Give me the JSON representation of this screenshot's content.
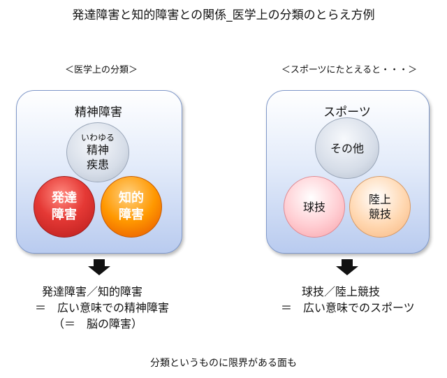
{
  "title": "発達障害と知的障害との関係_医学上の分類のとらえ方例",
  "left": {
    "subheading": "＜医学上の分類＞",
    "panel_label": "精神障害",
    "circle_top": {
      "small": "いわゆる",
      "line1": "精神",
      "line2": "疾患"
    },
    "circle_left": {
      "line1": "発達",
      "line2": "障害"
    },
    "circle_right": {
      "line1": "知的",
      "line2": "障害"
    },
    "result": {
      "line1": "発達障害／知的障害",
      "line2": "＝　広い意味での精神障害",
      "line3": "（＝　脳の障害）"
    }
  },
  "right": {
    "subheading": "＜スポーツにたとえると・・・＞",
    "panel_label": "スポーツ",
    "circle_top": {
      "line1": "その他"
    },
    "circle_left": {
      "line1": "球技"
    },
    "circle_right": {
      "line1": "陸上",
      "line2": "競技"
    },
    "result": {
      "line1": "球技／陸上競技",
      "line2": "＝　広い意味でのスポーツ"
    }
  },
  "footer": "分類というものに限界がある面も",
  "colors": {
    "panel_border": "#7f98c9",
    "red_circle": "#e53935",
    "orange_circle": "#ff9800",
    "gray_circle": "#d6dde8",
    "pink_circle": "#ffcdd2",
    "peach_circle": "#ffd7b0",
    "arrow": "#111111"
  },
  "icons": {
    "arrow": "down-arrow-icon"
  }
}
